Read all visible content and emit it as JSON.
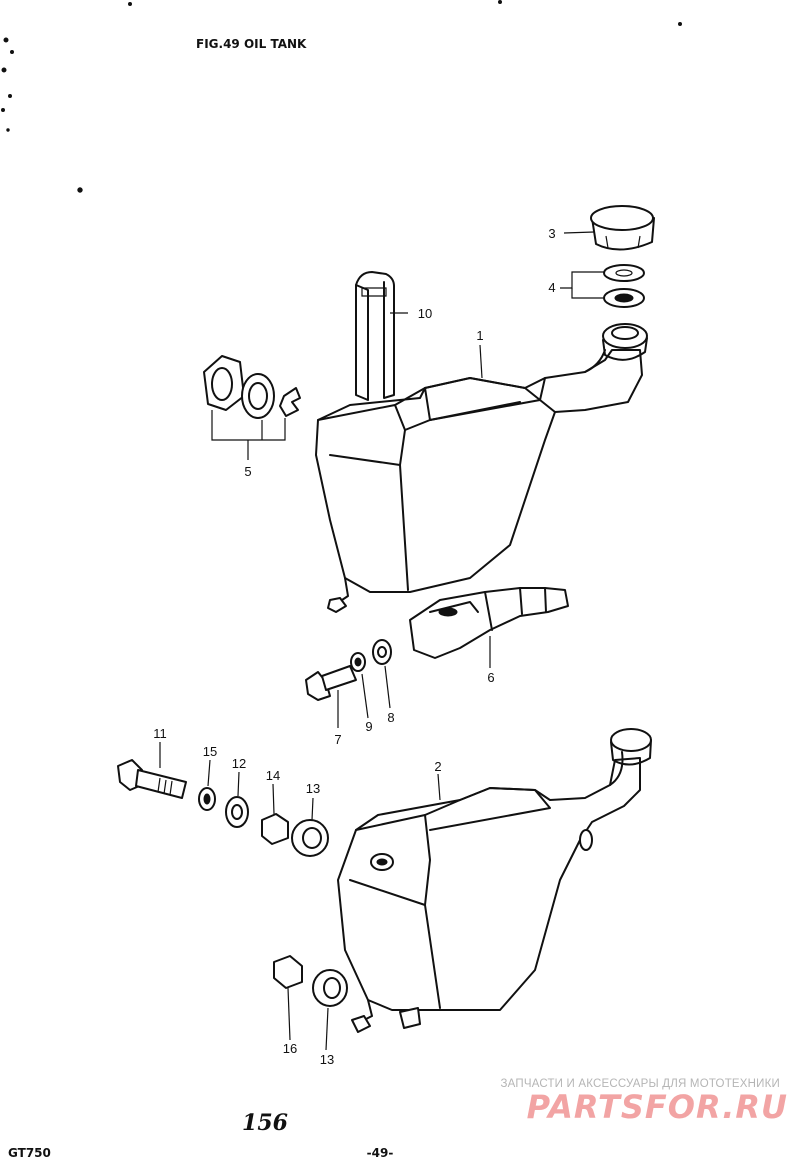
{
  "header": {
    "title": "FIG.49 OIL TANK"
  },
  "callouts": {
    "c1": "1",
    "c2": "2",
    "c3": "3",
    "c4": "4",
    "c5": "5",
    "c6": "6",
    "c7": "7",
    "c8": "8",
    "c9": "9",
    "c10": "10",
    "c11": "11",
    "c12": "12",
    "c13a": "13",
    "c13b": "13",
    "c14": "14",
    "c15": "15",
    "c16": "16"
  },
  "watermark": {
    "caption": "ЗАПЧАСТИ И АКСЕССУАРЫ ДЛЯ МОТОТЕХНИКИ",
    "logo": "PARTSFOR.RU"
  },
  "footer": {
    "page_number": "156",
    "model": "GT750",
    "sub_page": "-49-"
  },
  "colors": {
    "ink": "#111111",
    "watermark_text": "#b5b5b5",
    "watermark_logo": "#f2a4a4"
  }
}
